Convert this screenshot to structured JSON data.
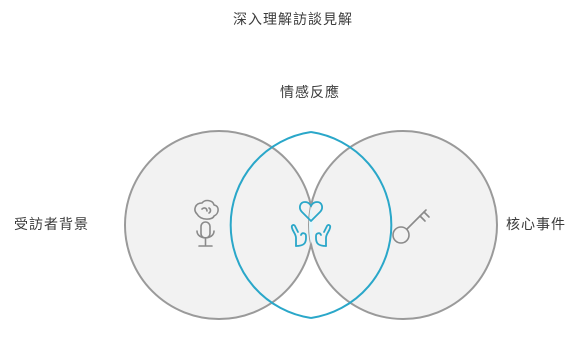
{
  "title": "深入理解訪談見解",
  "labels": {
    "top": "情感反應",
    "left": "受訪者背景",
    "right": "核心事件"
  },
  "icons": {
    "left": "head-microphone-icon",
    "center": "heart-hands-icon",
    "right": "key-icon"
  },
  "colors": {
    "circle_fill": "#f2f2f2",
    "circle_stroke": "#9a9a9a",
    "overlap_fill": "#e4f6fb",
    "overlap_stroke": "#2aa7c9",
    "icon_gray": "#8a8a8a",
    "icon_blue": "#2aa7c9",
    "text": "#3b3b3b"
  }
}
